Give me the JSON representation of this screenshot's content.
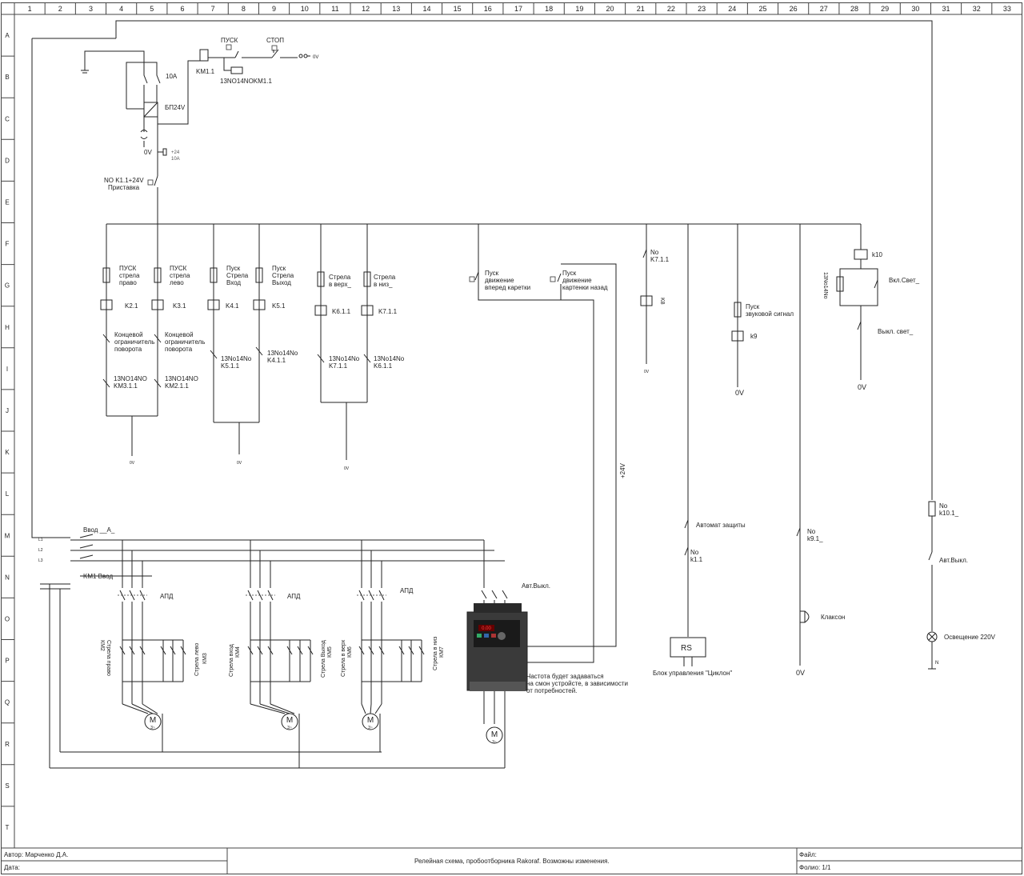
{
  "grid": {
    "columns": [
      "1",
      "2",
      "3",
      "4",
      "5",
      "6",
      "7",
      "8",
      "9",
      "10",
      "11",
      "12",
      "13",
      "14",
      "15",
      "16",
      "17",
      "18",
      "19",
      "20",
      "21",
      "22",
      "23",
      "24",
      "25",
      "26",
      "27",
      "28",
      "29",
      "30",
      "31",
      "32",
      "33"
    ],
    "rows": [
      "A",
      "B",
      "C",
      "D",
      "E",
      "F",
      "G",
      "H",
      "I",
      "J",
      "K",
      "L",
      "M",
      "N",
      "O",
      "P",
      "Q",
      "R",
      "S",
      "T"
    ]
  },
  "power": {
    "fuse_10a": "10A",
    "psu": "БП24V",
    "zero_v": "0V",
    "fuse_24": "+24",
    "fuse_24_rating": "10A",
    "no_k1_line1": "NO K1.1+24V",
    "no_k1_line2": "Приставка"
  },
  "start_stop": {
    "pusk": "ПУСК",
    "stop": "СТОП",
    "km1": "KM1.1",
    "km1_hold": "13NO14NOKM1.1",
    "out_0v": "0V"
  },
  "relays": {
    "pusk_pravo": [
      "ПУСК",
      "стрела",
      "право"
    ],
    "pusk_levo": [
      "ПУСК",
      "стрела",
      "лево"
    ],
    "pusk_vhod": [
      "Пуск",
      "Стрела",
      "Вход"
    ],
    "pusk_vyhod": [
      "Пуск",
      "Стрела",
      "Выход"
    ],
    "strela_verh": [
      "Стрела",
      "в верх_"
    ],
    "strela_niz": [
      "Стрела",
      "в низ_"
    ],
    "k2": "K2.1",
    "k3": "K3.1",
    "k4": "K4.1",
    "k5": "K5.1",
    "k6": "K6.1.1",
    "k7": "K7.1.1",
    "limit_a": [
      "Концевой",
      "ограничитель",
      "поворота"
    ],
    "limit_b": [
      "Концевой",
      "ограничитель",
      "поворота"
    ],
    "nc_a": [
      "13NO14NO",
      "KM3.1.1"
    ],
    "nc_b": [
      "13NO14NO",
      "KM2.1.1"
    ],
    "nc_c": [
      "13No14No",
      "K5.1.1"
    ],
    "nc_d": [
      "13No14No",
      "K4.1.1"
    ],
    "nc_e": [
      "13No14No",
      "K7.1.1"
    ],
    "nc_f": [
      "13No14No",
      "K6.1.1"
    ],
    "zero_a": "0V",
    "zero_b": "0V",
    "zero_c": "0V",
    "carriage_fwd": [
      "Пуск",
      "движение",
      "вперед каретки"
    ],
    "carriage_back": [
      "Пуск",
      "движение",
      "картенки назад"
    ],
    "plus24": "+24V",
    "no_k711": [
      "No",
      "K7.1.1"
    ],
    "k8": "K8",
    "zero_d": "0V",
    "sound": [
      "Пуск",
      "звуковой сигнал"
    ],
    "k9": "k9",
    "zero_e": "0V",
    "k10": "k10",
    "nc_k10": "13No14No",
    "light_on": "Вкл.Свет_",
    "light_off": "Выкл. свет_",
    "zero_f": "0V"
  },
  "motors": {
    "vvod": "Ввод __A_",
    "l1": "L1",
    "l2": "L2",
    "l3": "L3",
    "km1_vvod": "KM1 Ввод",
    "apd1": "АПД",
    "apd2": "АПД",
    "apd3": "АПД",
    "avt_vykl": "Авт.Выкл.",
    "km2": [
      "Стрела право",
      "КМ2"
    ],
    "km3": [
      "Стрела лево",
      "КМ3"
    ],
    "km4": [
      "Стрела вход",
      "КМ4"
    ],
    "km5": [
      "Стрела Выход",
      "КМ5"
    ],
    "km6": [
      "Стрела в верх",
      "КМ6"
    ],
    "km7": [
      "Стрела в низ",
      "КМ7"
    ],
    "motor_label": "M",
    "motor_sub": "3~",
    "vfd_note": [
      "Частота будет задаваться",
      "на смон устройсте, в зависимости",
      "от потребностей."
    ],
    "vfd_display": "0.00"
  },
  "right_side": {
    "auto_prot": "Автомат защиты",
    "no_k11": [
      "No",
      "k1.1"
    ],
    "rs": "RS",
    "cyclone": "Блок управления \"Циклон\"",
    "no_k91": [
      "No",
      "k9.1_"
    ],
    "klaxon": "Клаксон",
    "zero_g": "0V",
    "no_k101": [
      "No",
      "k10.1_"
    ],
    "avt_vykl2": "Авт.Выкл.",
    "lighting": "Освещение 220V",
    "neutral": "N"
  },
  "title_block": {
    "author": "Автор: Марченко Д.А.",
    "date": "Дата:",
    "title": "Релейная схема, пробоотборника  Rakoraf. Возможны изменения.",
    "file": "Файл:",
    "folio": "Фолио: 1/1"
  }
}
